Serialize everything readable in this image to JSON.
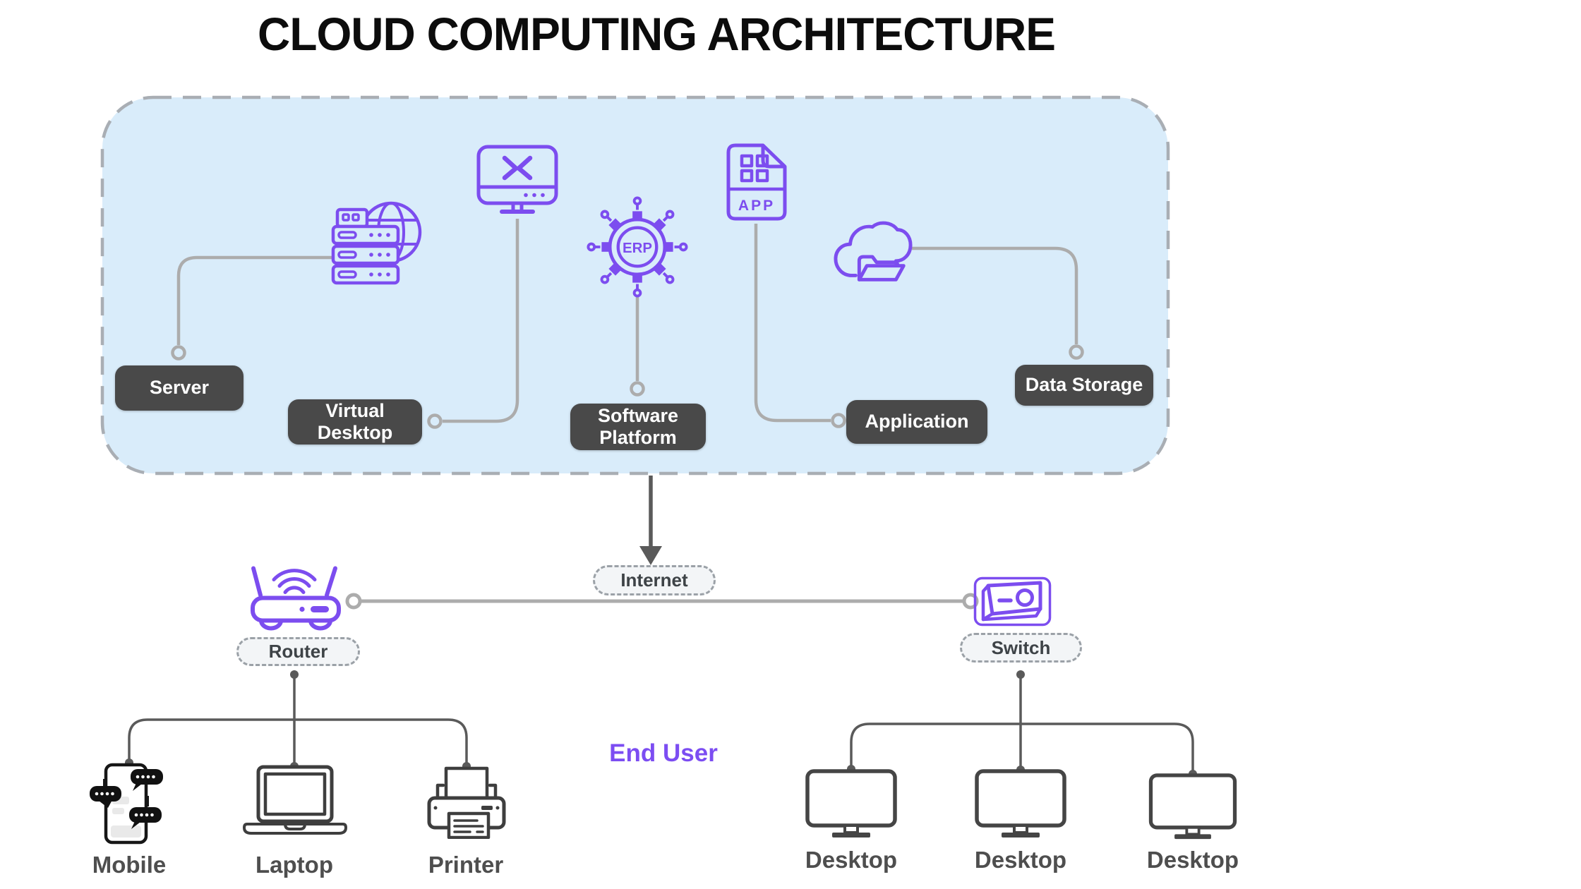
{
  "title": "CLOUD COMPUTING ARCHITECTURE",
  "cloud_nodes": {
    "server": "Server",
    "virtual_desktop": "Virtual\nDesktop",
    "software_platform": "Software\nPlatform",
    "application": "Application",
    "data_storage": "Data Storage"
  },
  "icon_texts": {
    "erp": "ERP",
    "app": "APP"
  },
  "network": {
    "internet": "Internet",
    "router": "Router",
    "switch": "Switch"
  },
  "end_user": "End User",
  "devices": {
    "mobile": "Mobile",
    "laptop": "Laptop",
    "printer": "Printer",
    "desktop_1": "Desktop",
    "desktop_2": "Desktop",
    "desktop_3": "Desktop"
  },
  "colors": {
    "accent_purple": "#7C4DEF",
    "cloud_box_fill": "#D9ECFA",
    "cloud_box_border": "#A9AEB4",
    "chip_bg": "#494949",
    "chip_text": "#FFFFFF",
    "wire_gray": "#ACACAC",
    "tree_gray": "#5A5A5A",
    "device_dark": "#3E3E3E",
    "pill_bg": "#F3F5F7"
  }
}
